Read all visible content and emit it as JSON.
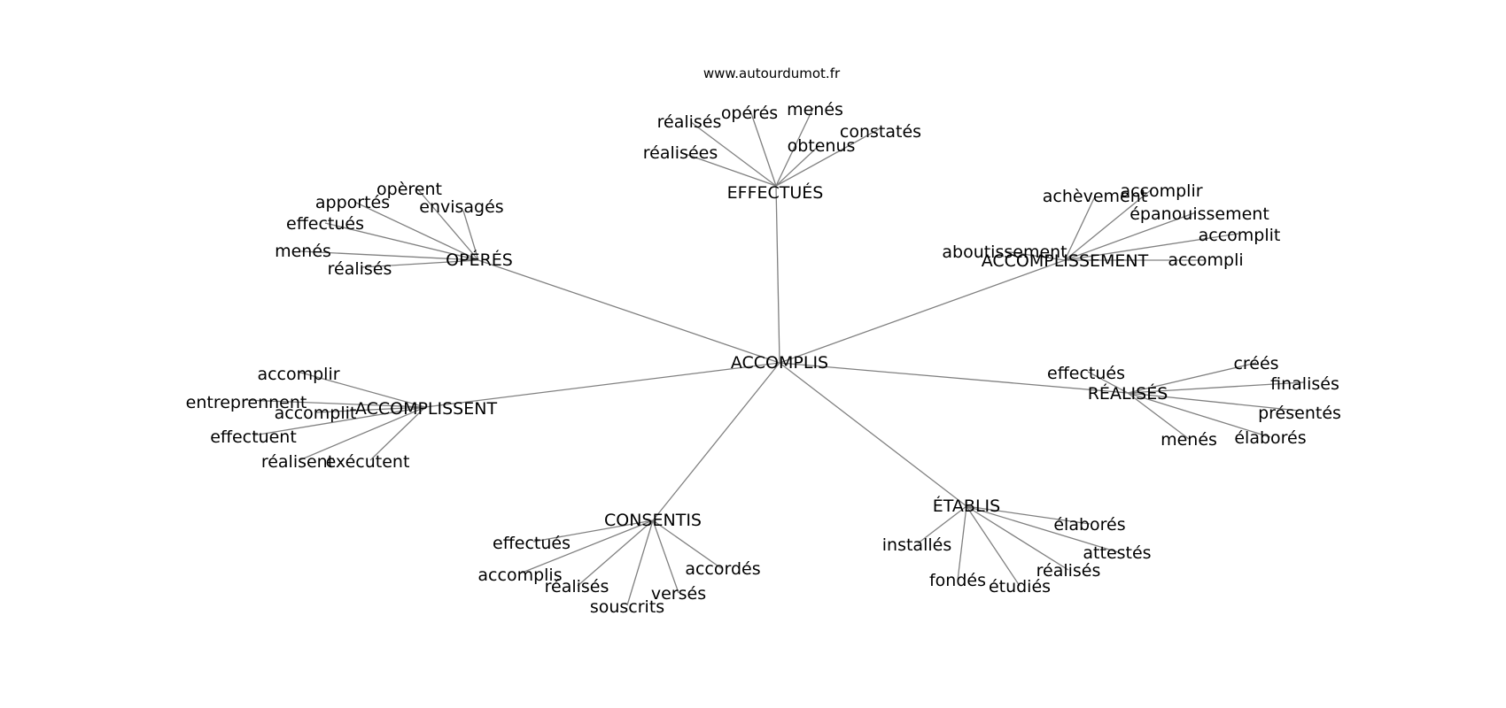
{
  "watermark": "www.autourdumot.fr",
  "center": "ACCOMPLIS",
  "clusters": [
    {
      "id": "operes",
      "word": "OPÉRÉS",
      "children": [
        "opèrent",
        "apportés",
        "envisagés",
        "effectués",
        "menés",
        "réalisés"
      ]
    },
    {
      "id": "effectues",
      "word": "EFFECTUÉS",
      "children": [
        "réalisés",
        "opérés",
        "menés",
        "constatés",
        "obtenus",
        "réalisées"
      ]
    },
    {
      "id": "accomplissement",
      "word": "ACCOMPLISSEMENT",
      "children": [
        "achèvement",
        "accomplir",
        "épanouissement",
        "accomplit",
        "aboutissement",
        "accompli"
      ]
    },
    {
      "id": "accomplissent",
      "word": "ACCOMPLISSENT",
      "children": [
        "accomplir",
        "entreprennent",
        "accomplit",
        "effectuent",
        "réalisent",
        "exécutent"
      ]
    },
    {
      "id": "realises",
      "word": "RÉALISÉS",
      "children": [
        "effectués",
        "créés",
        "finalisés",
        "présentés",
        "menés",
        "élaborés"
      ]
    },
    {
      "id": "consentis",
      "word": "CONSENTIS",
      "children": [
        "effectués",
        "accomplis",
        "réalisés",
        "souscrits",
        "versés",
        "accordés"
      ]
    },
    {
      "id": "etablis",
      "word": "ÉTABLIS",
      "children": [
        "installés",
        "fondés",
        "étudiés",
        "réalisés",
        "attestés",
        "élaborés"
      ]
    }
  ]
}
